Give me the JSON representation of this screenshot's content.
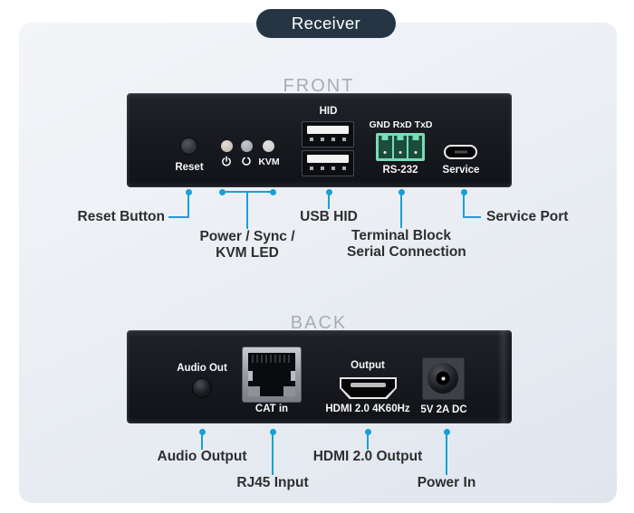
{
  "title": "Receiver",
  "front": {
    "heading": "FRONT",
    "panel": {
      "reset": "Reset",
      "kvm": "KVM",
      "hid": "HID",
      "serial_pins": "GND RxD TxD",
      "serial": "RS-232",
      "service": "Service"
    },
    "callouts": {
      "reset": "Reset Button",
      "leds_line1": "Power / Sync /",
      "leds_line2": "KVM LED",
      "usb": "USB HID",
      "terminal_line1": "Terminal Block",
      "terminal_line2": "Serial Connection",
      "service": "Service Port"
    }
  },
  "back": {
    "heading": "BACK",
    "panel": {
      "audio": "Audio Out",
      "rj45": "CAT in",
      "hdmi_top": "Output",
      "hdmi_bottom": "HDMI 2.0 4K60Hz",
      "power": "5V 2A DC"
    },
    "callouts": {
      "audio": "Audio Output",
      "rj45": "RJ45 Input",
      "hdmi": "HDMI 2.0 Output",
      "power": "Power In"
    }
  },
  "colors": {
    "callout_blue": "#18a0d6",
    "pill_bg": "#263543",
    "device_black": "#17191f",
    "terminal_green": "#79dcb5",
    "card_bg": "#e9eef3"
  }
}
